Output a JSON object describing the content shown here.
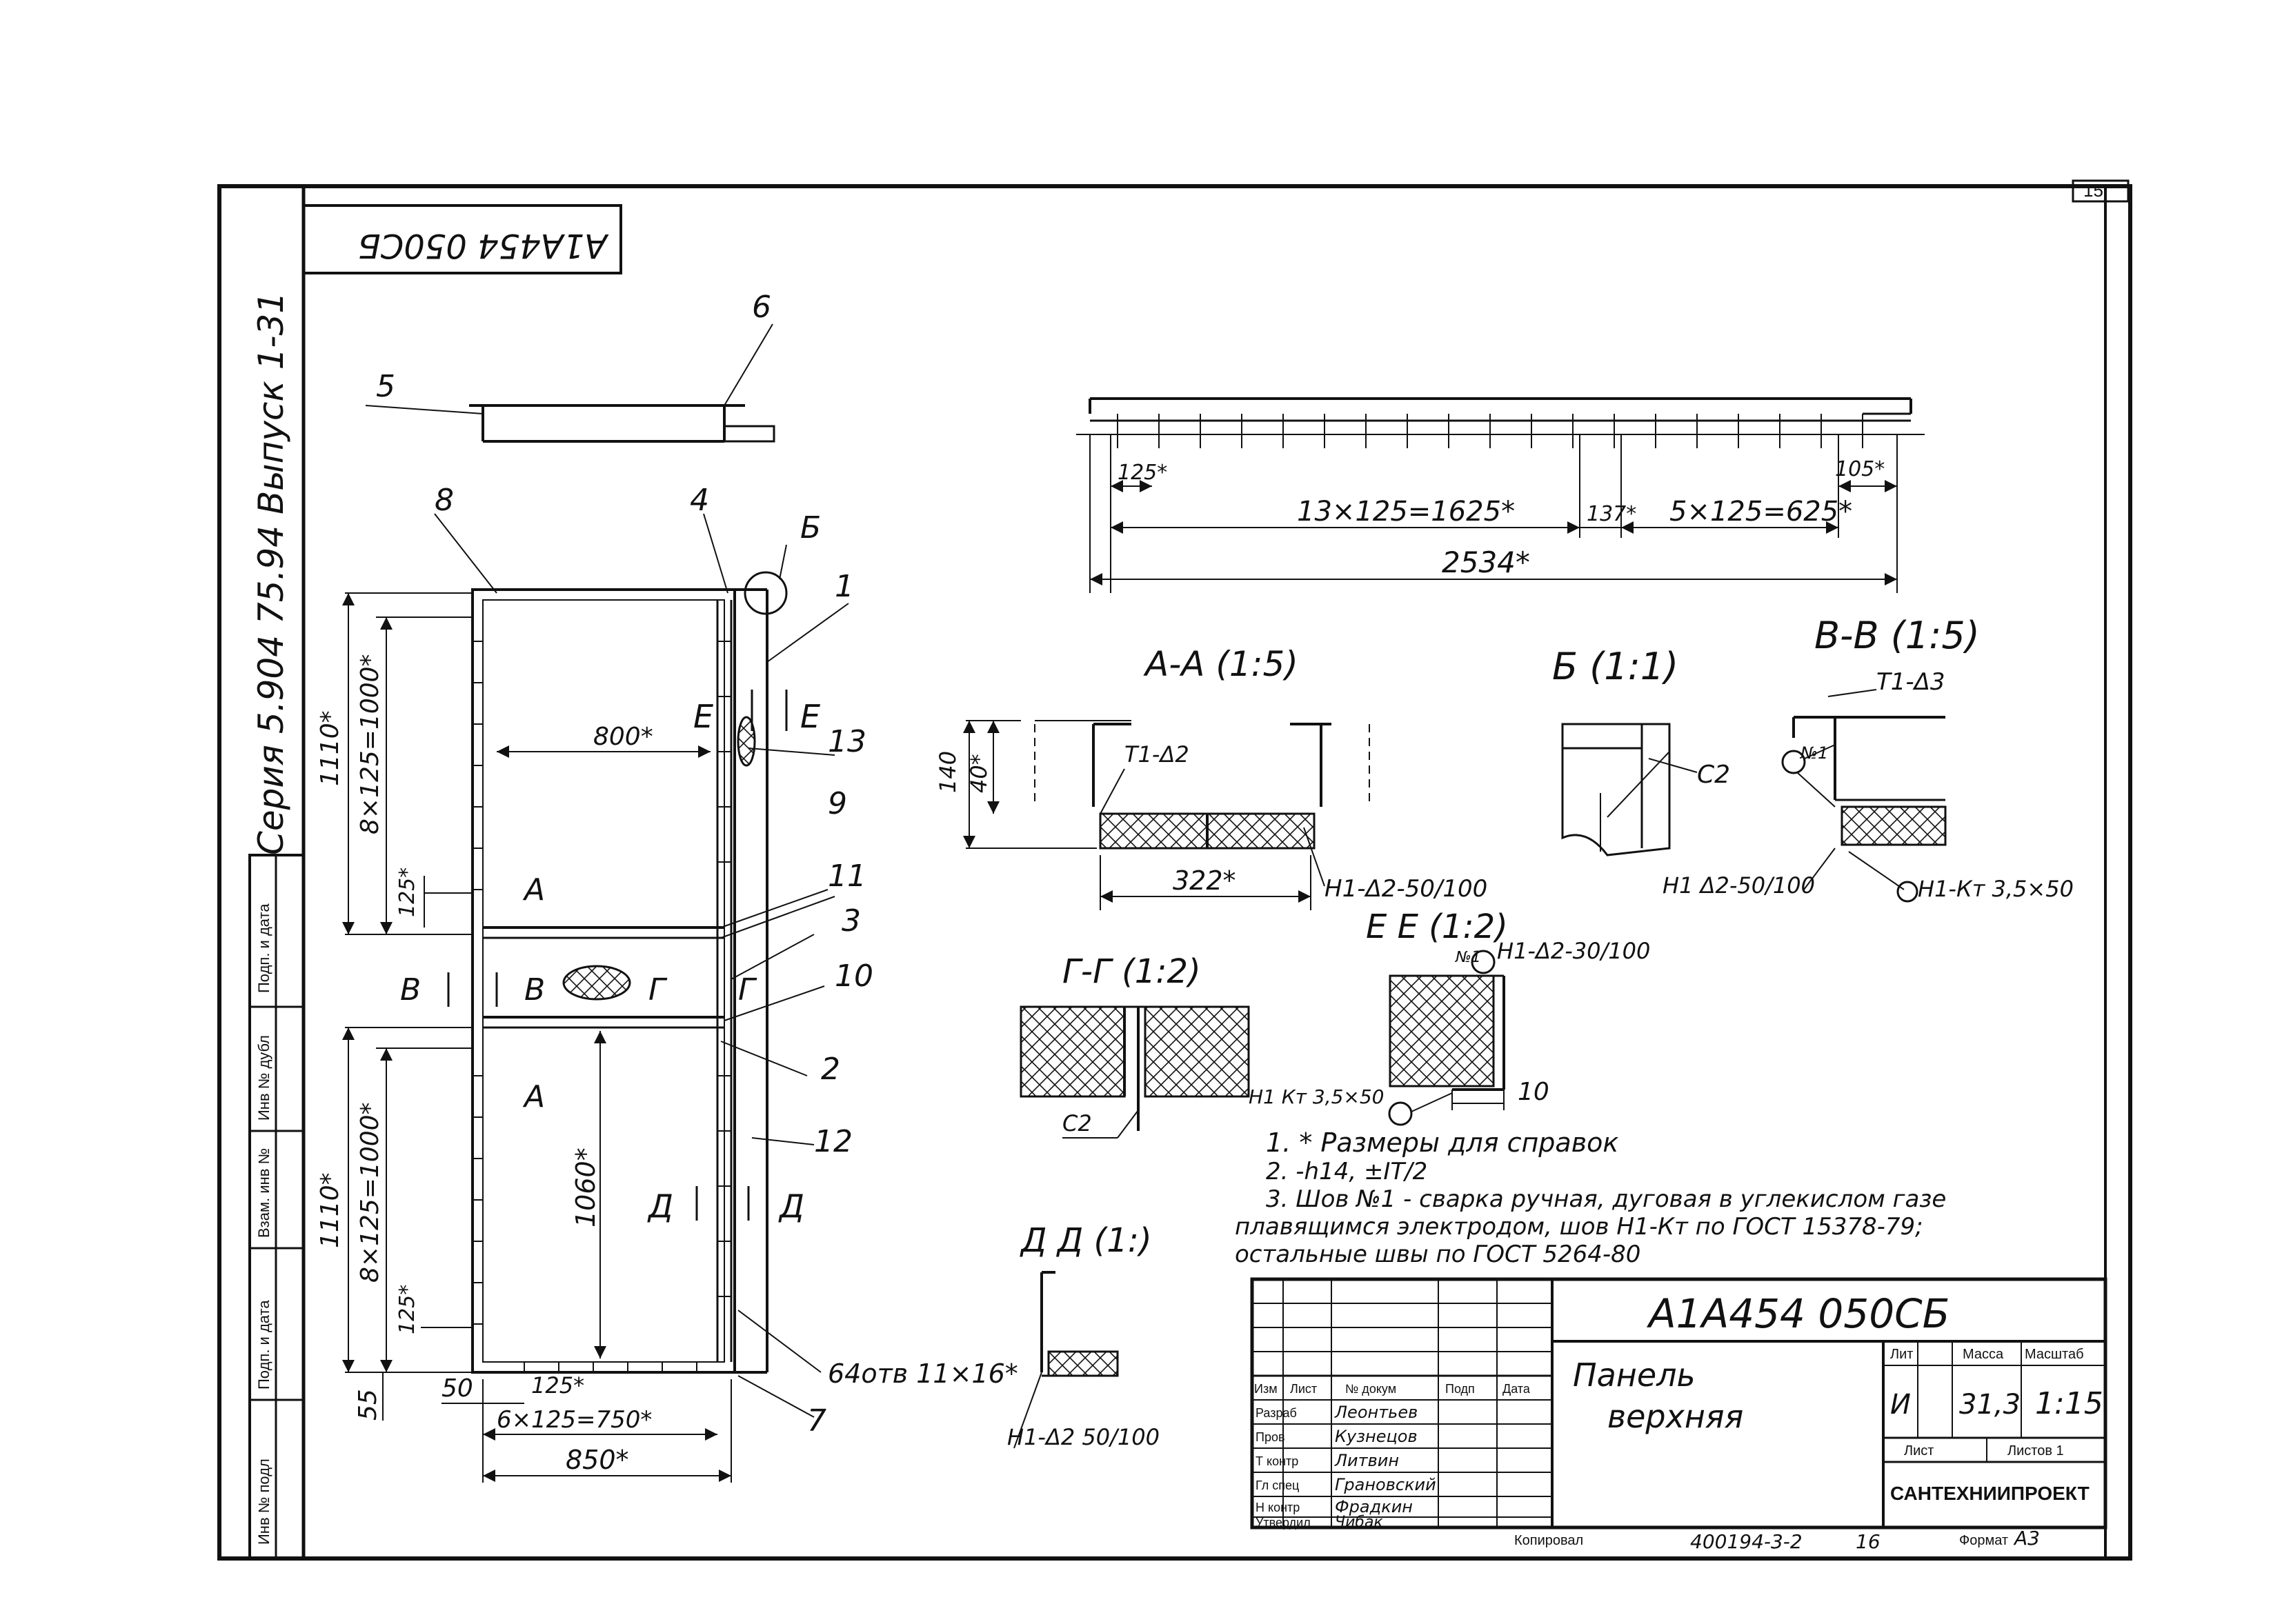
{
  "stamp_code": "А1А454 050СБ",
  "series": "Серия 5.904 75.94 Выпуск 1-31",
  "sheet_number": "15",
  "callouts": [
    "1",
    "2",
    "3",
    "4",
    "5",
    "6",
    "7",
    "8",
    "9",
    "10",
    "11",
    "12",
    "13"
  ],
  "callout_b": "Б",
  "section_marks": {
    "a": "А",
    "v": "В",
    "g": "Г",
    "d": "Д",
    "e": "Е"
  },
  "plan_dims": {
    "d1110_top": "1110*",
    "d8x125_top": "8×125=1000*",
    "d800": "800*",
    "d125_top": "125*",
    "d1110_bot": "1110*",
    "d8x125_bot": "8×125=1000*",
    "d1060": "1060*",
    "d125_bot": "125*",
    "d55": "55",
    "d50": "50",
    "d125_h": "125*",
    "d6x125": "6×125=750*",
    "d850": "850*",
    "holes": "64отв 11×16*"
  },
  "elev_dims": {
    "d125": "125*",
    "d105": "105*",
    "d13x125": "13×125=1625*",
    "d137": "137*",
    "d5x125": "5×125=625*",
    "d2534": "2534*"
  },
  "sections": {
    "aa_title": "А-А (1:5)",
    "aa_d140": "140",
    "aa_d40": "40*",
    "aa_weld": "Т1-Δ2",
    "aa_d322": "322*",
    "aa_weld2": "Н1-Δ2-50/100",
    "b_title": "Б (1:1)",
    "b_c2": "С2",
    "vv_title": "В-В (1:5)",
    "vv_weld1": "Т1-Δ3",
    "vv_n1": "№1",
    "vv_weld2": "Н1 Δ2-50/100",
    "vv_weld3": "Н1-Кт 3,5×50",
    "ee_title": "Е Е (1:2)",
    "ee_weld": "Н1-Δ2-30/100",
    "ee_n1": "№1",
    "ee_weld2": "Н1 Кт 3,5×50",
    "ee_d10": "10",
    "gg_title": "Г-Г (1:2)",
    "gg_c2": "С2",
    "dd_title": "Д Д (1:)",
    "dd_weld": "Н1-Δ2 50/100"
  },
  "notes": [
    "1. * Размеры для справок",
    "2. -h14, ±IT/2",
    "3. Шов №1 - сварка ручная, дуговая в углекислом газе",
    "плавящимся электродом, шов Н1-Кт по ГОСТ 15378-79;",
    "остальные швы по ГОСТ 5264-80"
  ],
  "title_block": {
    "code": "А1А454 050СБ",
    "name_line1": "Панель",
    "name_line2": "верхняя",
    "col_headers": [
      "Изм",
      "Лист",
      "№ докум",
      "Подп",
      "Дата"
    ],
    "roles": [
      "Разраб",
      "Пров",
      "Т контр",
      "Гл спец",
      "Н контр",
      "Утвердил"
    ],
    "names": [
      "Леонтьев",
      "Кузнецов",
      "Литвин",
      "Грановский",
      "Фрадкин",
      "Чибак"
    ],
    "lit_label": "Лит",
    "mass_label": "Масса",
    "scale_label": "Масштаб",
    "lit_value": "И",
    "mass_value": "31,3",
    "scale_value": "1:15",
    "sheet_label": "Лист",
    "sheets_label": "Листов 1",
    "org": "САНТЕХНИИПРОЕКТ",
    "copied": "Копировал",
    "inv": "400194-3-2",
    "inv_sheet": "16",
    "format_label": "Формат",
    "format_value": "А3"
  },
  "left_strip": [
    "Подп. и дата",
    "Инв № дубл",
    "Взам. инв №",
    "Подп. и дата",
    "Инв № подл"
  ]
}
